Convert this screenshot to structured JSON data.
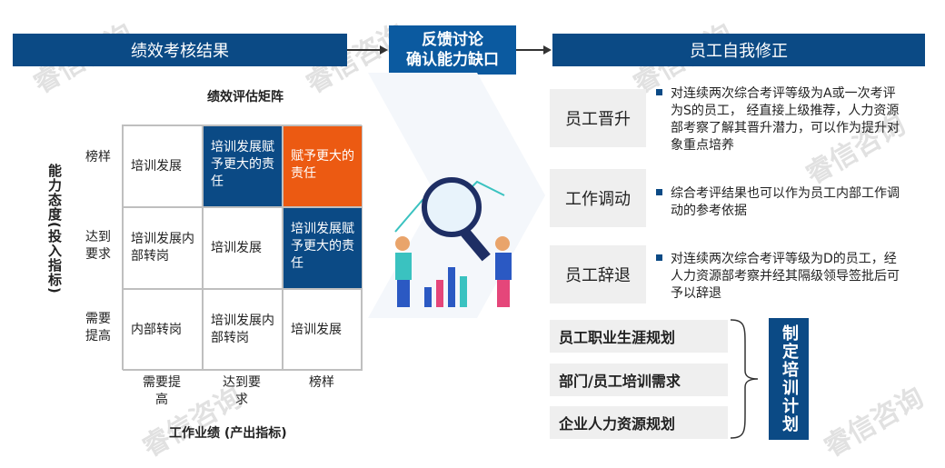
{
  "headers": {
    "left": "绩效考核结果",
    "middle_line1": "反馈讨论",
    "middle_line2": "确认能力缺口",
    "right": "员工自我修正"
  },
  "matrix": {
    "title": "绩效评估矩阵",
    "y_axis_label": "能力态度(投入指标)",
    "x_axis_label": "工作业绩 (产出指标)",
    "row_labels": [
      "榜样",
      "达到要求",
      "需要提高"
    ],
    "col_labels": [
      "需要提高",
      "达到要求",
      "榜样"
    ],
    "cells": [
      [
        "培训发展",
        "培训发展赋予更大的责任",
        "赋予更大的责任"
      ],
      [
        "培训发展内部转岗",
        "培训发展",
        "培训发展赋予更大的责任"
      ],
      [
        "内部转岗",
        "培训发展内部转岗",
        "培训发展"
      ]
    ]
  },
  "actions": [
    {
      "label": "员工晋升",
      "desc": "对连续两次综合考评等级为A或一次考评为S的员工， 经直接上级推荐，人力资源部考察了解其晋升潜力，可以作为提升对象重点培养"
    },
    {
      "label": "工作调动",
      "desc": "综合考评结果也可以作为员工内部工作调动的参考依据"
    },
    {
      "label": "员工辞退",
      "desc": "对连续两次综合考评等级为D的员工，经人力资源部考察并经其隔级领导签批后可予以辞退"
    }
  ],
  "plans": [
    "员工职业生涯规划",
    "部门/员工培训需求",
    "企业人力资源规划"
  ],
  "plan_summary": "制定培训计划",
  "watermark": "睿信咨询",
  "colors": {
    "navy": "#0b4a85",
    "orange": "#ec5a12",
    "gray": "#efefef"
  }
}
